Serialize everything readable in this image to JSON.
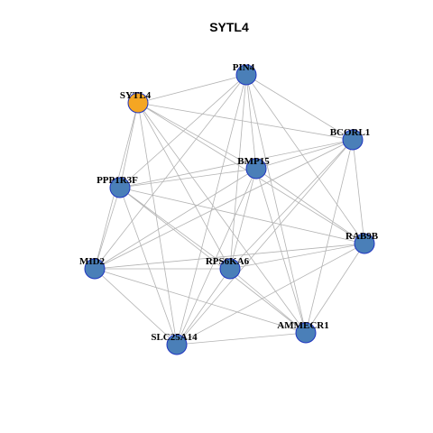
{
  "title": "SYTL4",
  "colors": {
    "highlight_node": "#f5a623",
    "default_node": "#4a7fb8",
    "node_border": "#1f35c0",
    "edge": "#b3b3b3"
  },
  "network": {
    "nodes": [
      {
        "id": "SYTL4",
        "label": "SYTL4",
        "highlight": true
      },
      {
        "id": "PIN4",
        "label": "PIN4",
        "highlight": false
      },
      {
        "id": "BCORL1",
        "label": "BCORL1",
        "highlight": false
      },
      {
        "id": "BMP15",
        "label": "BMP15",
        "highlight": false
      },
      {
        "id": "PPP1R3F",
        "label": "PPP1R3F",
        "highlight": false
      },
      {
        "id": "RAB9B",
        "label": "RAB9B",
        "highlight": false
      },
      {
        "id": "MID2",
        "label": "MID2",
        "highlight": false
      },
      {
        "id": "RPS6KA6",
        "label": "RPS6KA6",
        "highlight": false
      },
      {
        "id": "AMMECR1",
        "label": "AMMECR1",
        "highlight": false
      },
      {
        "id": "SLC25A14",
        "label": "SLC25A14",
        "highlight": false
      }
    ],
    "edges": [
      [
        "SYTL4",
        "PIN4"
      ],
      [
        "SYTL4",
        "BCORL1"
      ],
      [
        "SYTL4",
        "BMP15"
      ],
      [
        "SYTL4",
        "PPP1R3F"
      ],
      [
        "SYTL4",
        "RAB9B"
      ],
      [
        "SYTL4",
        "MID2"
      ],
      [
        "SYTL4",
        "RPS6KA6"
      ],
      [
        "SYTL4",
        "AMMECR1"
      ],
      [
        "SYTL4",
        "SLC25A14"
      ],
      [
        "PIN4",
        "BCORL1"
      ],
      [
        "PIN4",
        "BMP15"
      ],
      [
        "PIN4",
        "PPP1R3F"
      ],
      [
        "PIN4",
        "RAB9B"
      ],
      [
        "PIN4",
        "MID2"
      ],
      [
        "PIN4",
        "RPS6KA6"
      ],
      [
        "PIN4",
        "AMMECR1"
      ],
      [
        "PIN4",
        "SLC25A14"
      ],
      [
        "BCORL1",
        "BMP15"
      ],
      [
        "BCORL1",
        "PPP1R3F"
      ],
      [
        "BCORL1",
        "RAB9B"
      ],
      [
        "BCORL1",
        "MID2"
      ],
      [
        "BCORL1",
        "RPS6KA6"
      ],
      [
        "BCORL1",
        "AMMECR1"
      ],
      [
        "BCORL1",
        "SLC25A14"
      ],
      [
        "BMP15",
        "PPP1R3F"
      ],
      [
        "BMP15",
        "RAB9B"
      ],
      [
        "BMP15",
        "MID2"
      ],
      [
        "BMP15",
        "RPS6KA6"
      ],
      [
        "BMP15",
        "AMMECR1"
      ],
      [
        "BMP15",
        "SLC25A14"
      ],
      [
        "PPP1R3F",
        "RAB9B"
      ],
      [
        "PPP1R3F",
        "MID2"
      ],
      [
        "PPP1R3F",
        "RPS6KA6"
      ],
      [
        "PPP1R3F",
        "AMMECR1"
      ],
      [
        "PPP1R3F",
        "SLC25A14"
      ],
      [
        "RAB9B",
        "MID2"
      ],
      [
        "RAB9B",
        "RPS6KA6"
      ],
      [
        "RAB9B",
        "AMMECR1"
      ],
      [
        "RAB9B",
        "SLC25A14"
      ],
      [
        "MID2",
        "RPS6KA6"
      ],
      [
        "MID2",
        "AMMECR1"
      ],
      [
        "MID2",
        "SLC25A14"
      ],
      [
        "RPS6KA6",
        "AMMECR1"
      ],
      [
        "RPS6KA6",
        "SLC25A14"
      ],
      [
        "AMMECR1",
        "SLC25A14"
      ]
    ]
  }
}
